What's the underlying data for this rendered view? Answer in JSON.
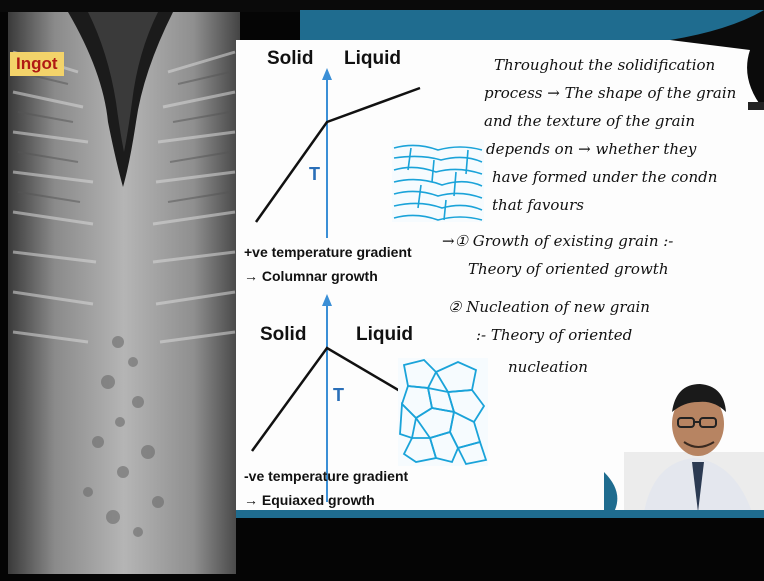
{
  "ingot_label": "Ingot",
  "diagram1": {
    "solid": "Solid",
    "liquid": "Liquid",
    "axis": "T",
    "caption_line1": "+ve temperature gradient",
    "caption_line2": "→ Columnar growth"
  },
  "diagram2": {
    "solid": "Solid",
    "liquid": "Liquid",
    "axis": "T",
    "caption_line1": "-ve temperature gradient",
    "caption_line2": "→ Equiaxed growth"
  },
  "notes": {
    "line1": "Throughout the solidification",
    "line2": "process → The shape of the grain",
    "line3": "and the texture of the grain",
    "line4": "depends on → whether they",
    "line5": "have formed under the condn",
    "line6": "that favours",
    "item1_a": "→① Growth of existing grain :-",
    "item1_b": "Theory of oriented growth",
    "item2_a": "② Nucleation of new grain",
    "item2_b": ":- Theory of oriented",
    "item2_c": "nucleation"
  },
  "colors": {
    "accent_blue": "#1f6c8f",
    "axis_blue": "#3b8fd6",
    "grain_blue": "#1aa3d9",
    "ingot_label_bg": "#f3d36a",
    "ingot_label_text": "#b01a14"
  }
}
